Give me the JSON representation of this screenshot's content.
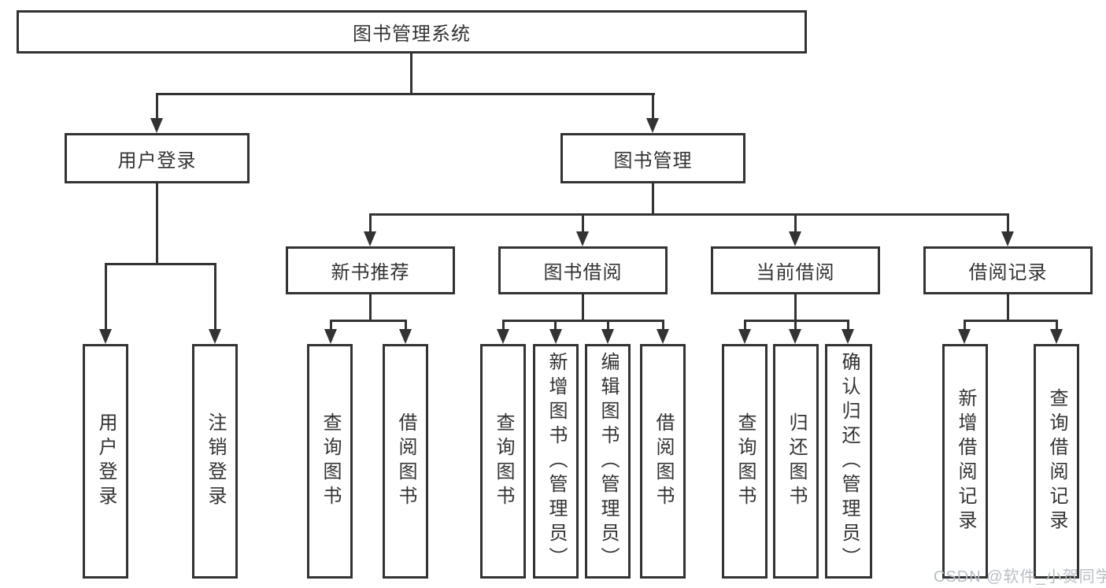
{
  "diagram": {
    "root": {
      "label": "图书管理系统"
    },
    "level2": [
      {
        "id": "user-login",
        "label": "用户登录"
      },
      {
        "id": "book-management",
        "label": "图书管理"
      }
    ],
    "level3": [
      {
        "id": "new-book-recommend",
        "label": "新书推荐"
      },
      {
        "id": "book-borrow",
        "label": "图书借阅"
      },
      {
        "id": "current-borrow",
        "label": "当前借阅"
      },
      {
        "id": "borrow-records",
        "label": "借阅记录"
      }
    ],
    "leaves": [
      {
        "parent": "user-login",
        "label": "用户登录"
      },
      {
        "parent": "user-login",
        "label": "注销登录"
      },
      {
        "parent": "new-book-recommend",
        "label": "查询图书"
      },
      {
        "parent": "new-book-recommend",
        "label": "借阅图书"
      },
      {
        "parent": "book-borrow",
        "label": "查询图书"
      },
      {
        "parent": "book-borrow",
        "label": "新增图书（管理员）"
      },
      {
        "parent": "book-borrow",
        "label": "编辑图书（管理员）"
      },
      {
        "parent": "book-borrow",
        "label": "借阅图书"
      },
      {
        "parent": "current-borrow",
        "label": "查询图书"
      },
      {
        "parent": "current-borrow",
        "label": "归还图书"
      },
      {
        "parent": "current-borrow",
        "label": "确认归还（管理员）"
      },
      {
        "parent": "borrow-records",
        "label": "新增借阅记录"
      },
      {
        "parent": "borrow-records",
        "label": "查询借阅记录"
      }
    ],
    "watermark": "CSDN @软件_小贺同学",
    "colors": {
      "border": "#333333",
      "text": "#333333",
      "line": "#333333",
      "watermark": "#b9bec6",
      "background": "#ffffff"
    }
  }
}
